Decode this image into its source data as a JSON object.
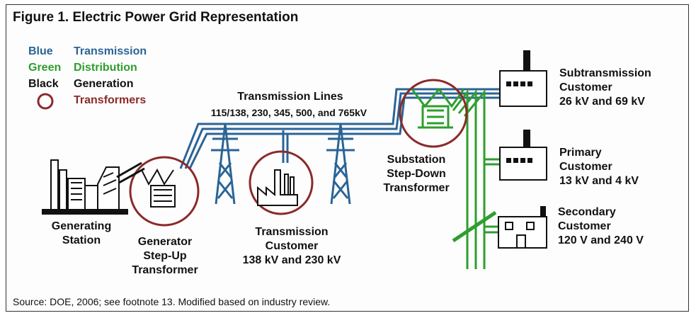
{
  "title": "Figure 1. Electric Power Grid Representation",
  "legend": [
    {
      "key": "Blue",
      "value": "Transmission",
      "key_color": "#2a6496",
      "value_color": "#2a6496"
    },
    {
      "key": "Green",
      "value": "Distribution",
      "key_color": "#2e9e2e",
      "value_color": "#2e9e2e"
    },
    {
      "key": "Black",
      "value": "Generation",
      "key_color": "#111111",
      "value_color": "#111111"
    },
    {
      "key": "",
      "value": "Transformers",
      "key_color": "#8b2a2a",
      "value_color": "#8b2a2a"
    }
  ],
  "labels": {
    "transmission_lines_title": "Transmission Lines",
    "transmission_lines_voltages": "115/138, 230, 345, 500, and 765kV",
    "generating_station": [
      "Generating",
      "Station"
    ],
    "generator_transformer": [
      "Generator",
      "Step-Up",
      "Transformer"
    ],
    "transmission_customer": [
      "Transmission",
      "Customer",
      "138 kV and 230 kV"
    ],
    "substation": [
      "Substation",
      "Step-Down",
      "Transformer"
    ],
    "subtransmission_customer": [
      "Subtransmission",
      "Customer",
      "26 kV and 69 kV"
    ],
    "primary_customer": [
      "Primary",
      "Customer",
      "13 kV and 4 kV"
    ],
    "secondary_customer": [
      "Secondary",
      "Customer",
      "120 V and 240 V"
    ]
  },
  "source": "Source: DOE, 2006; see footnote 13. Modified based on industry review.",
  "colors": {
    "transmission": "#2a6496",
    "distribution": "#2e9e2e",
    "generation": "#111111",
    "transformer": "#8b2a2a"
  }
}
